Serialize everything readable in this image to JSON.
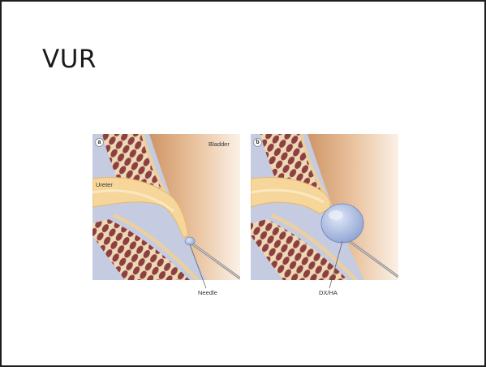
{
  "slide": {
    "title": "VUR"
  },
  "figure": {
    "panel_a": {
      "badge": "a",
      "labels": {
        "bladder": "Bladder",
        "ureter": "Ureter",
        "needle": "Needle"
      }
    },
    "panel_b": {
      "badge": "b",
      "labels": {
        "implant": "DX/HA"
      }
    }
  },
  "colors": {
    "border": "#1e1e1e",
    "muscle": "#8a3b3e",
    "tissue": "#e8cfa6",
    "bladder_lumen": "#d9a57a",
    "background_left": "#c5cbe0",
    "ureter": "#f6d69a",
    "implant": "#a6b6e0"
  }
}
